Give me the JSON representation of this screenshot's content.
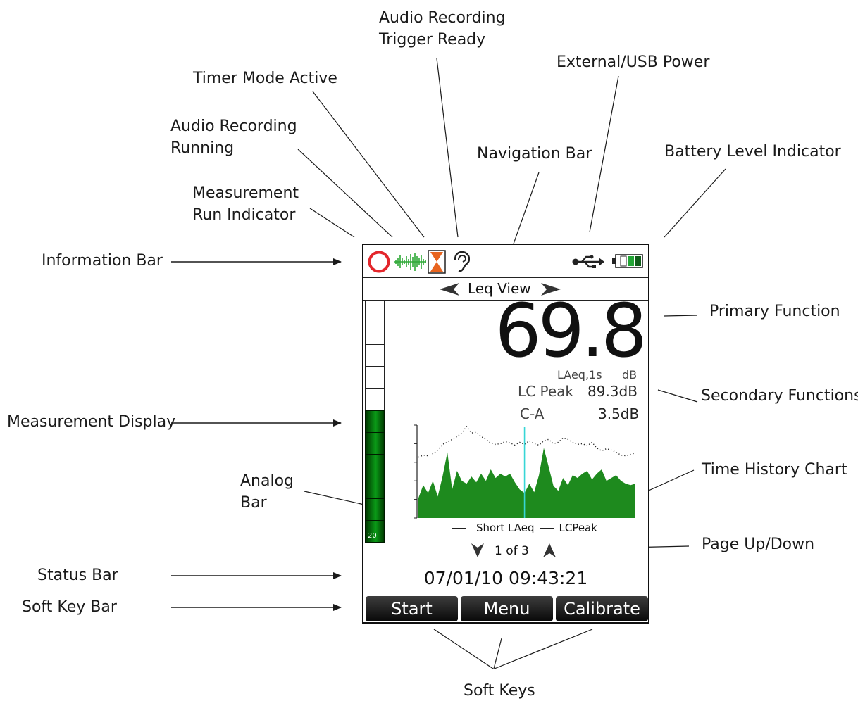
{
  "callouts": {
    "audio_trigger": [
      "Audio Recording",
      "Trigger Ready"
    ],
    "external_power": "External/USB Power",
    "timer_mode": "Timer Mode Active",
    "navigation_bar": "Navigation Bar",
    "battery_level": "Battery Level Indicator",
    "audio_running": [
      "Audio Recording",
      "Running"
    ],
    "measurement_run": [
      "Measurement",
      "Run Indicator"
    ],
    "information_bar": "Information Bar",
    "primary_function": "Primary Function",
    "secondary_functions": "Secondary Functions",
    "measurement_display": "Measurement Display",
    "time_history_chart": "Time History Chart",
    "analog_bar": [
      "Analog",
      "Bar"
    ],
    "page_up_down": "Page Up/Down",
    "status_bar": "Status Bar",
    "soft_key_bar": "Soft Key Bar",
    "soft_keys": "Soft Keys"
  },
  "device": {
    "view_name": "Leq View",
    "primary_value": "69.8",
    "primary_label": "LAeq,1s",
    "primary_unit": "dB",
    "secondary": [
      {
        "label": "LC Peak",
        "value": "89.3dB"
      },
      {
        "label": "C-A",
        "value": "3.5dB"
      }
    ],
    "analog_bar_scale": "20",
    "analog_bar_level": 0.55,
    "chart_legend": [
      "Short LAeq",
      "LCPeak"
    ],
    "page_indicator": "1 of 3",
    "status_datetime": "07/01/10 09:43:21",
    "soft_keys": [
      "Start",
      "Menu",
      "Calibrate"
    ],
    "icons": [
      "run-indicator-icon",
      "audio-waveform-icon",
      "hourglass-icon",
      "ear-icon",
      "usb-icon",
      "battery-icon"
    ],
    "colors": {
      "run_indicator": "#e3262b",
      "waveform": "#2ea836",
      "hourglass": "#e8641e",
      "bar_green": "#0a9a17",
      "chart_fill": "#1e8a1e",
      "cursor": "#37d6d6"
    }
  },
  "chart_data": {
    "type": "area",
    "series": [
      {
        "name": "Short LAeq",
        "values": [
          28,
          46,
          35,
          52,
          30,
          58,
          92,
          40,
          66,
          52,
          48,
          58,
          50,
          62,
          52,
          68,
          56,
          62,
          58,
          62,
          50,
          40,
          35,
          48,
          36,
          60,
          98,
          72,
          45,
          38,
          56,
          46,
          60,
          56,
          62,
          66,
          54,
          62,
          68,
          52,
          56,
          60,
          52,
          48,
          46,
          48
        ]
      },
      {
        "name": "LCPeak",
        "values": [
          85,
          88,
          87,
          90,
          95,
          103,
          106,
          110,
          114,
          119,
          128,
          119,
          120,
          114,
          110,
          105,
          103,
          104,
          107,
          105,
          102,
          106,
          103,
          108,
          104,
          102,
          108,
          110,
          104,
          106,
          112,
          110,
          106,
          103,
          104,
          101,
          106,
          98,
          94,
          97,
          95,
          92,
          88,
          87,
          89,
          91
        ]
      }
    ],
    "cursor_index": 22,
    "ylim": [
      0,
      130
    ],
    "legend_position": "bottom"
  }
}
